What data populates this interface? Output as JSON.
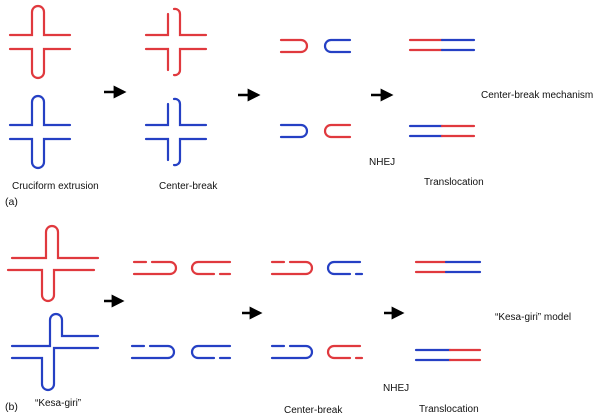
{
  "colors": {
    "red": "#e0393e",
    "blue": "#2540c4",
    "arrow": "#000000"
  },
  "panel_a": {
    "tag": "(a)",
    "cruciform_label": "Cruciform extrusion",
    "center_break_label": "Center-break",
    "nhej_label": "NHEJ",
    "translocation_label": "Translocation",
    "mechanism_label": "Center-break mechanism"
  },
  "panel_b": {
    "tag": "(b)",
    "kesa_giri_label": "“Kesa-giri”",
    "center_break_label": "Center-break",
    "nhej_label": "NHEJ",
    "translocation_label": "Translocation",
    "model_label": "“Kesa-giri” model"
  }
}
